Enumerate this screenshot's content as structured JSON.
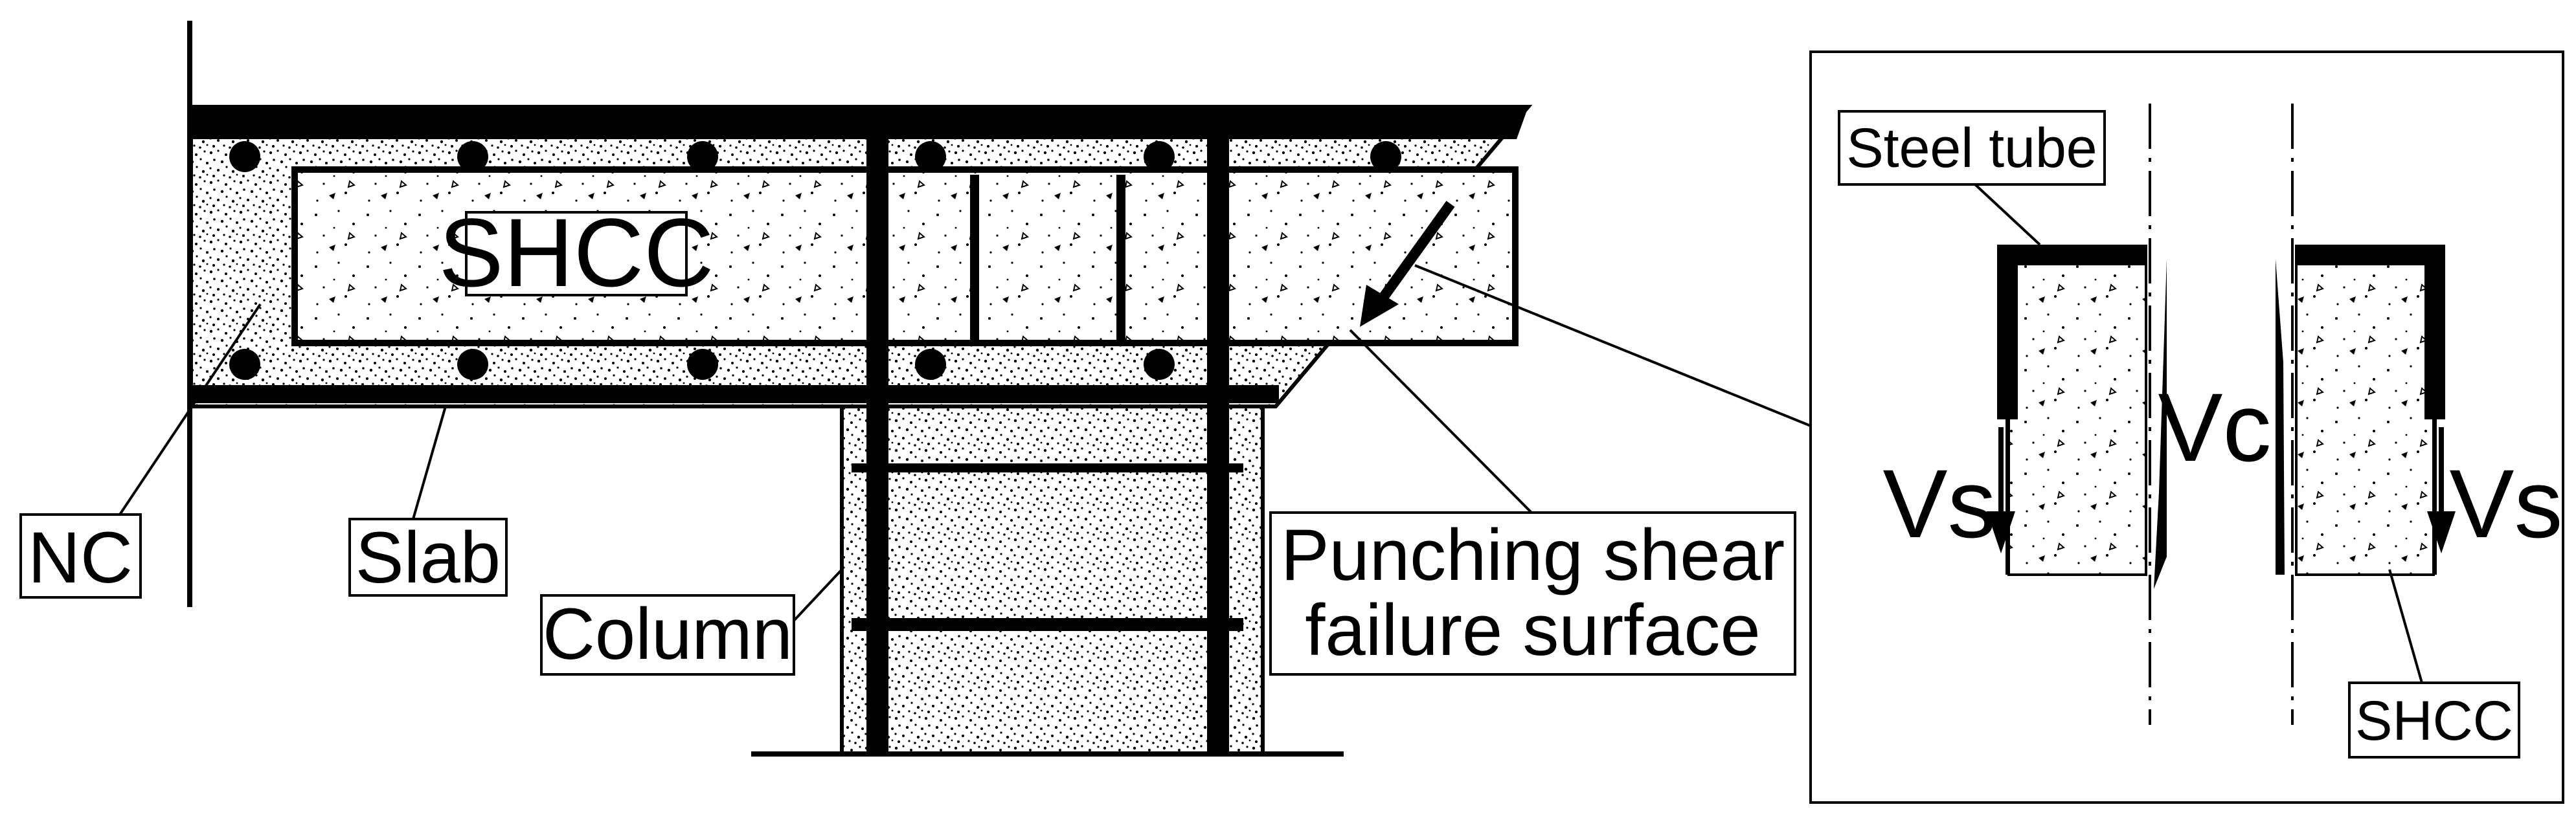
{
  "labels": {
    "shcc_slab": "SHCC",
    "nc": "NC",
    "slab": "Slab",
    "column": "Column",
    "punching_line1": "Punching shear",
    "punching_line2": "failure surface",
    "steel_tube": "Steel tube",
    "vc": "Vc",
    "vs_left": "Vs",
    "vs_right": "Vs",
    "shcc_detail": "SHCC"
  }
}
